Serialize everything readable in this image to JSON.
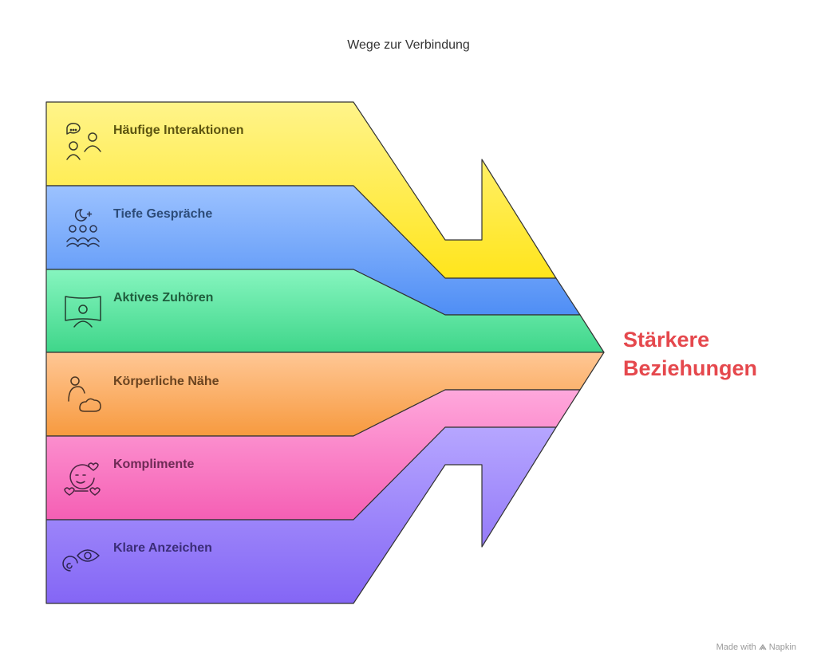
{
  "title": "Wege zur Verbindung",
  "result": {
    "line1": "Stärkere",
    "line2": "Beziehungen",
    "color": "#e5484d"
  },
  "footer": {
    "prefix": "Made with",
    "brand": "Napkin"
  },
  "bands": [
    {
      "label": "Häufige Interaktionen",
      "icon": "chat-people-icon",
      "color_top": "#fff48a",
      "color_bottom": "#ffe51c",
      "text_color": "#5c5410"
    },
    {
      "label": "Tiefe Gespräche",
      "icon": "moon-group-icon",
      "color_top": "#9cc2ff",
      "color_bottom": "#4f8ef5",
      "text_color": "#2d4c78"
    },
    {
      "label": "Aktives Zuhören",
      "icon": "listener-frame-icon",
      "color_top": "#86f5bf",
      "color_bottom": "#3fd68a",
      "text_color": "#1f5e3d"
    },
    {
      "label": "Körperliche Nähe",
      "icon": "person-hug-icon",
      "color_top": "#ffc795",
      "color_bottom": "#f79a3f",
      "text_color": "#6b4420"
    },
    {
      "label": "Komplimente",
      "icon": "smile-hearts-icon",
      "color_top": "#ffa8dc",
      "color_bottom": "#f55fb4",
      "text_color": "#6e2a55"
    },
    {
      "label": "Klare Anzeichen",
      "icon": "eye-signal-icon",
      "color_top": "#b6a6ff",
      "color_bottom": "#8466f5",
      "text_color": "#3b2d78"
    }
  ]
}
